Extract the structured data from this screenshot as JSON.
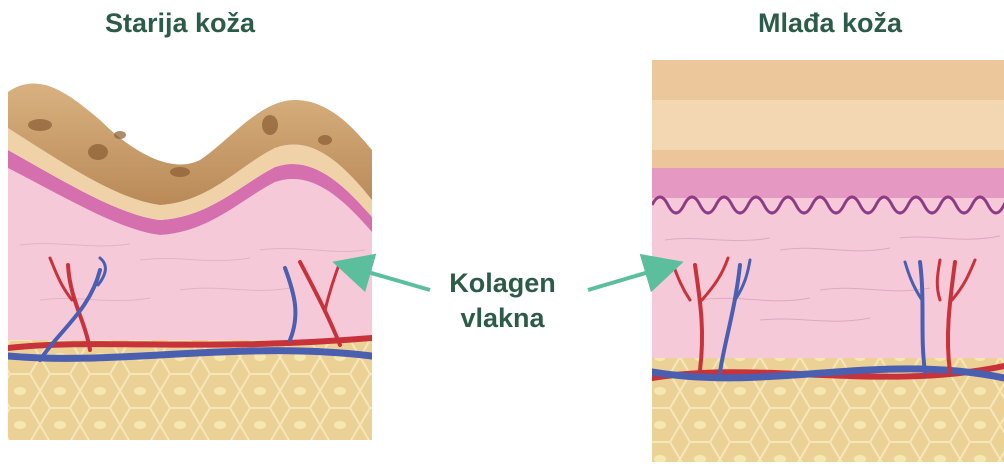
{
  "titles": {
    "old_skin": "Starija koža",
    "young_skin": "Mlađa koža"
  },
  "center_label": {
    "line1": "Kolagen",
    "line2": "vlakna"
  },
  "colors": {
    "title_text": "#2d5b4a",
    "arrow": "#5bbf9e",
    "dermis": "#f6c9d9",
    "epidermis_top": "#c89a6c",
    "epidermis_mid": "#f0d2a8",
    "basal_layer": "#d56fae",
    "fat": "#edd49a",
    "vein": "#4b5fb0",
    "artery": "#c8323a"
  }
}
